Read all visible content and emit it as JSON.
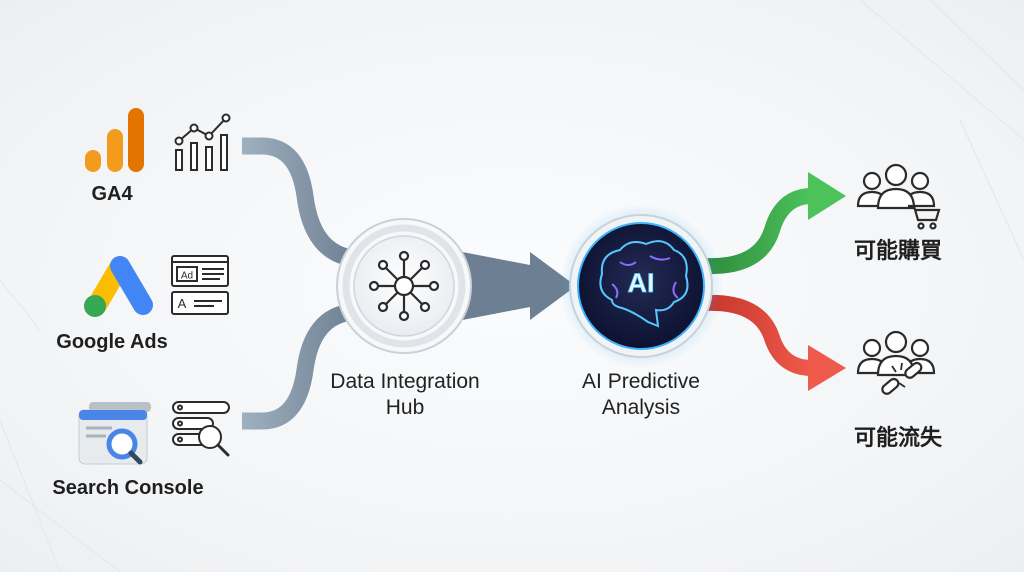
{
  "sources": [
    {
      "label": "GA4"
    },
    {
      "label": "Google Ads"
    },
    {
      "label": "Search Console"
    }
  ],
  "source_icons": [
    "ga4-logo",
    "google-ads-logo",
    "search-console-logo"
  ],
  "source_side_icons": [
    "line-bar-chart-icon",
    "ad-layout-icon",
    "list-search-icon"
  ],
  "hub": {
    "label_line1": "Data Integration",
    "label_line2": "Hub"
  },
  "ai": {
    "badge": "AI",
    "label_line1": "AI Predictive",
    "label_line2": "Analysis"
  },
  "outcomes": [
    {
      "label": "可能購買",
      "arrow_color": "#3da94a"
    },
    {
      "label": "可能流失",
      "arrow_color": "#e04b3f"
    }
  ],
  "colors": {
    "connector": "#8a99a8",
    "ga4_orange": "#f29b1d",
    "ga4_dark_orange": "#e37400",
    "ads_blue": "#4285f4",
    "ads_yellow": "#fbbc04",
    "ads_green": "#34a853",
    "ai_glow": "#3fb4ff"
  }
}
